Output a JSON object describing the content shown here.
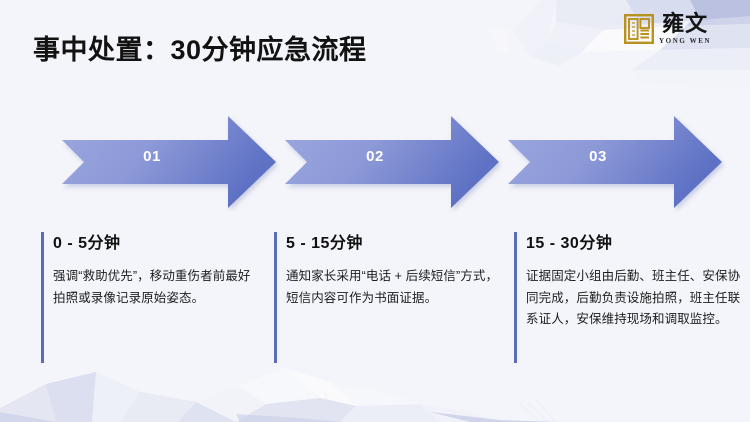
{
  "slide": {
    "title": "事中处置：30分钟应急流程",
    "background_color": "#f4f5fa",
    "accent_color": "#5d6cb6",
    "arrow_color_light": "#9aa6dd",
    "arrow_color_dark": "#5f72c4"
  },
  "logo": {
    "seal_icon": "seal-square-icon",
    "seal_color": "#b8911f",
    "chinese": "雍文",
    "english": "YONG WEN"
  },
  "steps": [
    {
      "number": "01",
      "heading": "0 - 5分钟",
      "body": "强调“救助优先”，移动重伤者前最好拍照或录像记录原始姿态。"
    },
    {
      "number": "02",
      "heading": "5 - 15分钟",
      "body": "通知家长采用“电话 + 后续短信”方式，短信内容可作为书面证据。"
    },
    {
      "number": "03",
      "heading": "15 - 30分钟",
      "body": "证据固定小组由后勤、班主任、安保协同完成，后勤负责设施拍照，班主任联系证人，安保维持现场和调取监控。"
    }
  ]
}
